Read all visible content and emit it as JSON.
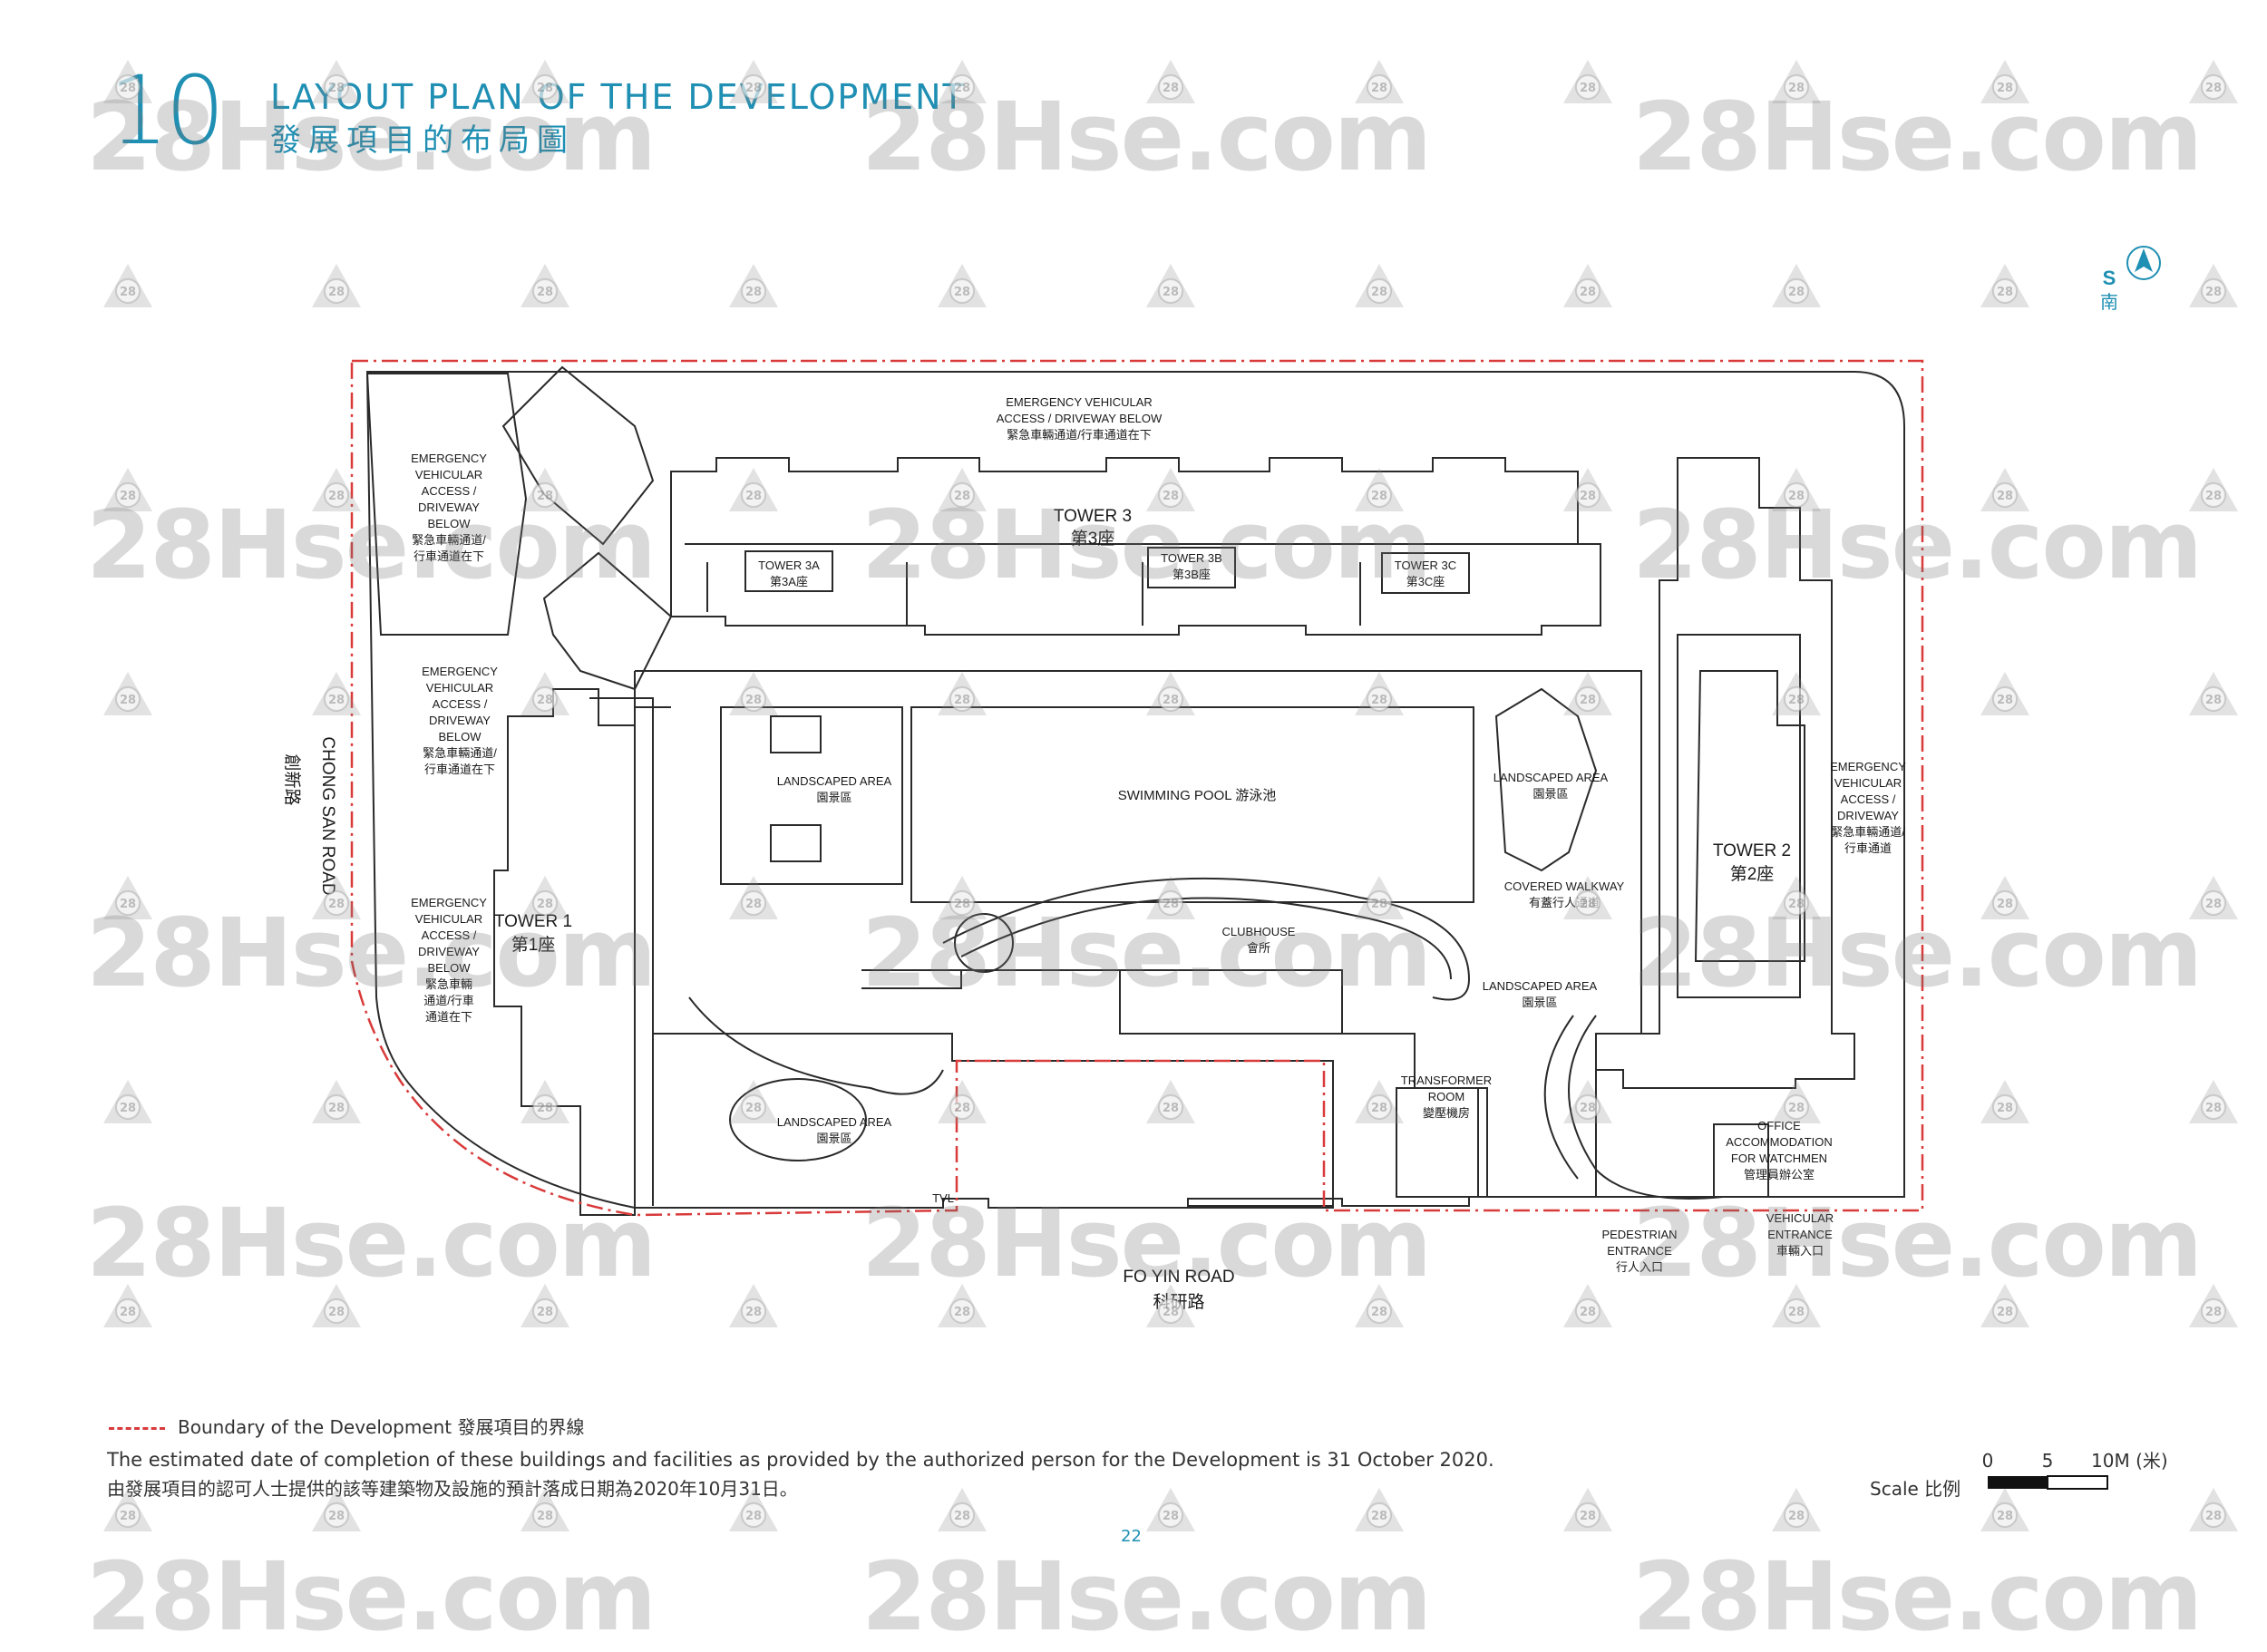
{
  "header": {
    "section_number": "10",
    "title_en": "LAYOUT PLAN OF THE DEVELOPMENT",
    "title_zh": "發展項目的布局圖"
  },
  "north_arrow": {
    "letter": "S",
    "zh": "南"
  },
  "plan_labels": {
    "eva_top_1": "EMERGENCY VEHICULAR",
    "eva_top_2": "ACCESS / DRIVEWAY BELOW",
    "eva_top_3": "緊急車輛通道/行車通道在下",
    "eva_nw_1": "EMERGENCY",
    "eva_nw_2": "VEHICULAR",
    "eva_nw_3": "ACCESS /",
    "eva_nw_4": "DRIVEWAY",
    "eva_nw_5": "BELOW",
    "eva_nw_6": "緊急車輛通道/",
    "eva_nw_7": "行車通道在下",
    "eva_w_1": "EMERGENCY",
    "eva_w_2": "VEHICULAR",
    "eva_w_3": "ACCESS /",
    "eva_w_4": "DRIVEWAY",
    "eva_w_5": "BELOW",
    "eva_w_6": "緊急車輛通道/",
    "eva_w_7": "行車通道在下",
    "eva_sw_1": "EMERGENCY",
    "eva_sw_2": "VEHICULAR",
    "eva_sw_3": "ACCESS /",
    "eva_sw_4": "DRIVEWAY",
    "eva_sw_5": "BELOW",
    "eva_sw_6": "緊急車輛",
    "eva_sw_7": "通道/行車",
    "eva_sw_8": "通道在下",
    "eva_e_1": "EMERGENCY",
    "eva_e_2": "VEHICULAR",
    "eva_e_3": "ACCESS /",
    "eva_e_4": "DRIVEWAY",
    "eva_e_5": "緊急車輛通道/",
    "eva_e_6": "行車通道",
    "tower3_en": "TOWER 3",
    "tower3_zh": "第3座",
    "tower3a_en": "TOWER 3A",
    "tower3a_zh": "第3A座",
    "tower3b_en": "TOWER 3B",
    "tower3b_zh": "第3B座",
    "tower3c_en": "TOWER 3C",
    "tower3c_zh": "第3C座",
    "tower1_en": "TOWER 1",
    "tower1_zh": "第1座",
    "tower2_en": "TOWER 2",
    "tower2_zh": "第2座",
    "landscape_en": "LANDSCAPED AREA",
    "landscape_zh": "園景區",
    "pool": "SWIMMING POOL  游泳池",
    "clubhouse_en": "CLUBHOUSE",
    "clubhouse_zh": "會所",
    "walkway_en": "COVERED WALKWAY",
    "walkway_zh": "有蓋行人通道",
    "transformer_1": "TRANSFORMER",
    "transformer_2": "ROOM",
    "transformer_zh": "變壓機房",
    "office_1": "OFFICE",
    "office_2": "ACCOMMODATION",
    "office_3": "FOR WATCHMEN",
    "office_zh": "管理員辦公室",
    "ped_1": "PEDESTRIAN",
    "ped_2": "ENTRANCE",
    "ped_zh": "行人入口",
    "veh_1": "VEHICULAR",
    "veh_2": "ENTRANCE",
    "veh_zh": "車輛入口",
    "road_south_en": "FO YIN ROAD",
    "road_south_zh": "科研路",
    "road_west_en": "CHONG SAN ROAD",
    "road_west_zh": "創新路",
    "tvl": "TVL"
  },
  "legend": {
    "boundary": "Boundary of the Development 發展項目的界線",
    "boundary_color": "#d93a3a"
  },
  "notes": {
    "completion_en": "The estimated date of completion of these buildings and facilities as provided by the authorized person for the Development is 31 October 2020.",
    "completion_zh": "由發展項目的認可人士提供的該等建築物及設施的預計落成日期為2020年10月31日。"
  },
  "scale": {
    "tick_0": "0",
    "tick_5": "5",
    "tick_10": "10M (米)",
    "label": "Scale 比例"
  },
  "page_number": "22",
  "watermark": {
    "text": "28Hse.com",
    "logo": "28"
  },
  "colors": {
    "accent": "#1f8fb3",
    "boundary": "#d93a3a",
    "linework": "#2a2a2a"
  }
}
